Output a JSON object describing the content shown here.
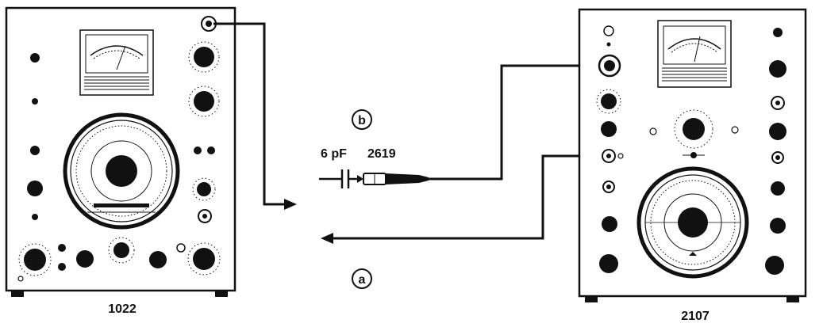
{
  "instruments": {
    "left_label": "1022",
    "right_label": "2107"
  },
  "connections": {
    "marker_b": "b",
    "marker_a": "a",
    "capacitor_label": "6 pF",
    "probe_label": "2619"
  },
  "colors": {
    "ink": "#111111",
    "paper": "#ffffff",
    "panel_line": "#222222"
  }
}
